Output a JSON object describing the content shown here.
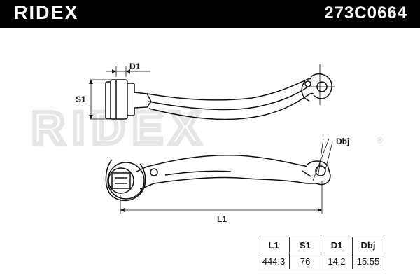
{
  "header": {
    "brand": "RIDEX",
    "part_number": "273C0664"
  },
  "watermark": {
    "text": "RIDEX",
    "mark": "®"
  },
  "dimension_labels": {
    "d1": "D1",
    "s1": "S1",
    "dbj": "Dbj",
    "l1": "L1"
  },
  "spec_table": {
    "headers": [
      "L1",
      "S1",
      "D1",
      "Dbj"
    ],
    "values": [
      "444.3",
      "76",
      "14.2",
      "15.55"
    ]
  },
  "colors": {
    "header_bg": "#000000",
    "header_text": "#ffffff",
    "line": "#111111",
    "watermark": "#e6e6e6"
  }
}
